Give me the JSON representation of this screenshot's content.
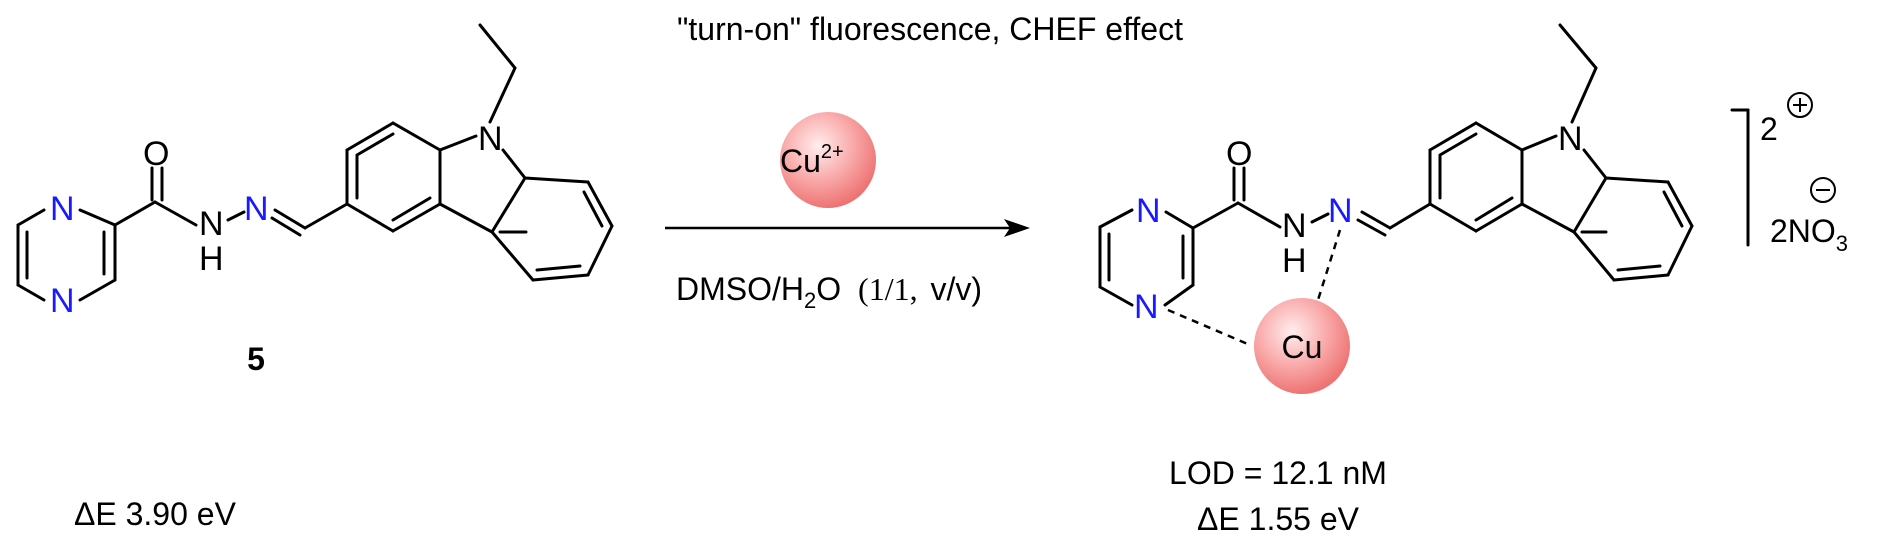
{
  "header": {
    "caption": "\"turn-on\" fluorescence, CHEF effect"
  },
  "reactant": {
    "label": "5",
    "energy_gap": "ΔE 3.90 eV",
    "atoms": {
      "n": "N",
      "o": "O",
      "h": "H"
    }
  },
  "reagent": {
    "ion": "Cu",
    "charge": "2+",
    "solvent_pre": "DMSO/H",
    "solvent_sub": "2",
    "solvent_post": "O",
    "ratio": "(1/1,",
    "units": "v/v)"
  },
  "product": {
    "metal": "Cu",
    "charge": "2",
    "counterion_prefix": "2NO",
    "counterion_sub": "3",
    "lod": "LOD = 12.1 nM",
    "energy_gap": "ΔE 1.55 eV"
  },
  "colors": {
    "nitrogen": "#1a1aff",
    "sphere_light": "#ffe6e6",
    "sphere_dark": "#f07a7a"
  }
}
